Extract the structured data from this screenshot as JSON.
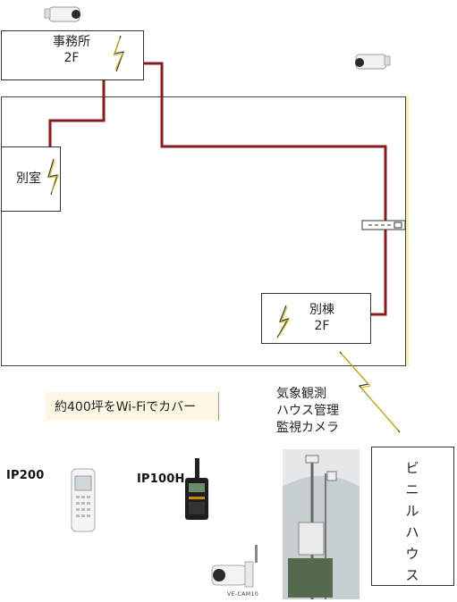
{
  "labels": {
    "office": "事務所\n2F",
    "annex_room": "別室",
    "annex_building": "別棟\n2F",
    "coverage": "約400坪をWi-Fiでカバー",
    "weather": "気象観測\nハウス管理\n監視カメラ",
    "greenhouse": "ビ\nニ\nル\nハ\nウ\nス",
    "ip200": "IP200",
    "ip100h": "IP100H",
    "vecam": "VE-CAM10"
  },
  "colors": {
    "cable": "#8b1a1a",
    "wireless": "#e0b400",
    "outline": "#333333",
    "coverage_bg": "#fdf6e3"
  },
  "icons": {
    "camera": "security-camera-icon",
    "wireless": "wireless-lightning-icon",
    "switch": "network-switch-icon",
    "phone": "cordless-phone-icon",
    "radio": "transceiver-radio-icon"
  }
}
